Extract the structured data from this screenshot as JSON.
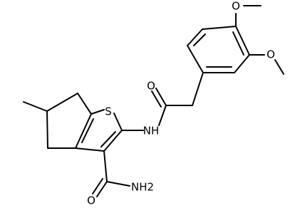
{
  "molecule": {
    "atoms": {
      "S": {
        "label": "S"
      },
      "NH": {
        "label": "NH"
      },
      "O_amide": {
        "label": "O"
      },
      "NH2": {
        "label": "NH2"
      },
      "O_carboxamide": {
        "label": "O"
      },
      "O_methoxy_top": {
        "label": "O"
      },
      "O_methoxy_right": {
        "label": "O"
      }
    }
  }
}
